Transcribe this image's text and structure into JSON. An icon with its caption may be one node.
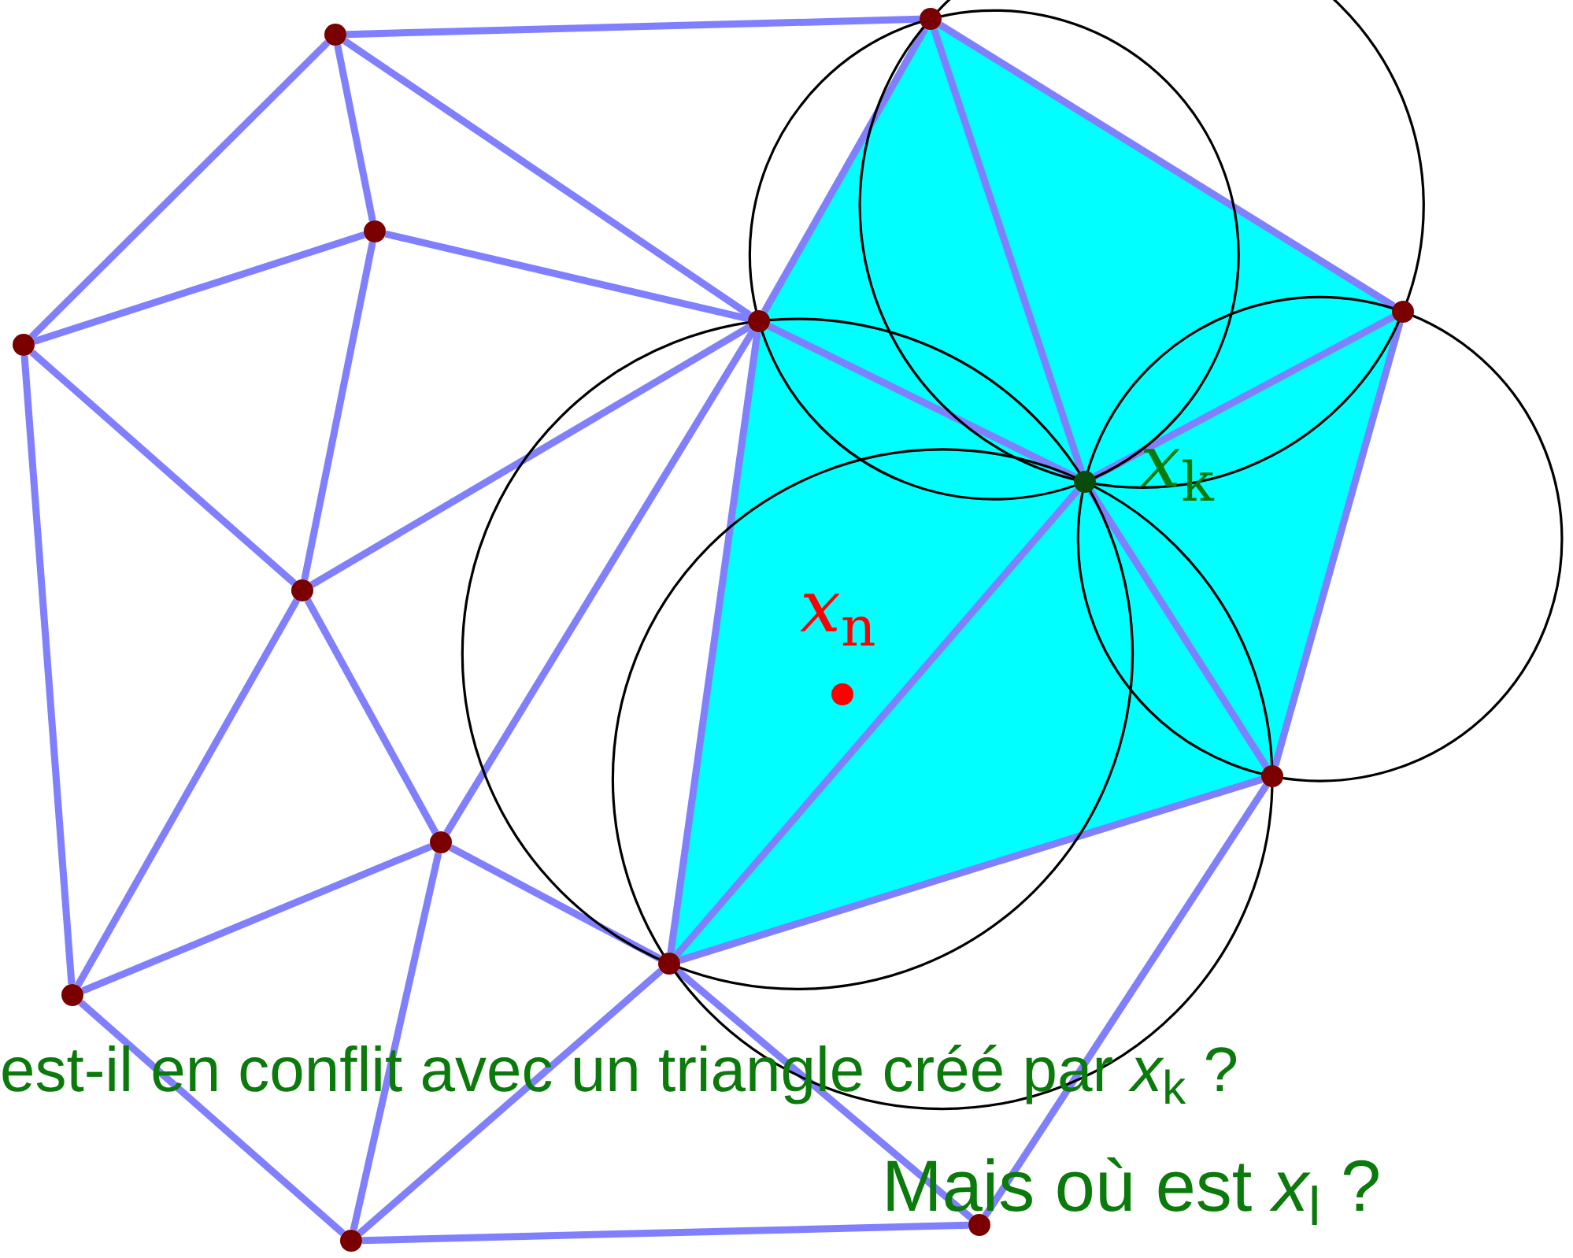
{
  "diagram": {
    "nodes": [
      {
        "text": [],
        "shape": "circle"
      },
      {
        "text": [],
        "shape": "circle"
      },
      {
        "text": [],
        "shape": "circle"
      },
      {
        "text": [],
        "shape": "circle"
      },
      {
        "text": [],
        "shape": "circle"
      },
      {
        "text": [],
        "shape": "circle"
      },
      {
        "text": [],
        "shape": "circle",
        "beside": [
          "*x*$_{k}$"
        ]
      },
      {
        "text": [],
        "shape": "circle"
      },
      {
        "text": [],
        "shape": "circle"
      },
      {
        "text": [],
        "shape": "circle"
      },
      {
        "text": [],
        "shape": "circle"
      },
      {
        "text": [],
        "shape": "circle"
      },
      {
        "text": [],
        "shape": "circle"
      },
      {
        "text": [],
        "shape": "circle"
      },
      {
        "text": [],
        "shape": "circle",
        "beside": [
          "*x*$_{n}$"
        ]
      }
    ],
    "edges": [
      {
        "from": 0,
        "to": 1,
        "arrow": "none"
      },
      {
        "from": 0,
        "to": 2,
        "arrow": "none"
      },
      {
        "from": 0,
        "to": 3,
        "arrow": "none"
      },
      {
        "from": 0,
        "to": 4,
        "arrow": "none"
      },
      {
        "from": 2,
        "to": 3,
        "arrow": "none"
      },
      {
        "from": 2,
        "to": 4,
        "arrow": "none"
      },
      {
        "from": 2,
        "to": 7,
        "arrow": "none"
      },
      {
        "from": 3,
        "to": 7,
        "arrow": "none"
      },
      {
        "from": 3,
        "to": 10,
        "arrow": "none"
      },
      {
        "from": 7,
        "to": 4,
        "arrow": "none"
      },
      {
        "from": 7,
        "to": 8,
        "arrow": "none"
      },
      {
        "from": 7,
        "to": 10,
        "arrow": "none"
      },
      {
        "from": 4,
        "to": 8,
        "arrow": "none"
      },
      {
        "from": 4,
        "to": 11,
        "arrow": "none"
      },
      {
        "from": 4,
        "to": 1,
        "arrow": "none"
      },
      {
        "from": 4,
        "to": 6,
        "arrow": "none"
      },
      {
        "from": 1,
        "to": 6,
        "arrow": "none"
      },
      {
        "from": 1,
        "to": 5,
        "arrow": "none"
      },
      {
        "from": 5,
        "to": 6,
        "arrow": "none"
      },
      {
        "from": 5,
        "to": 9,
        "arrow": "none"
      },
      {
        "from": 6,
        "to": 9,
        "arrow": "none"
      },
      {
        "from": 6,
        "to": 11,
        "arrow": "none"
      },
      {
        "from": 11,
        "to": 9,
        "arrow": "none"
      },
      {
        "from": 8,
        "to": 11,
        "arrow": "none"
      },
      {
        "from": 8,
        "to": 10,
        "arrow": "none"
      },
      {
        "from": 8,
        "to": 12,
        "arrow": "none"
      },
      {
        "from": 10,
        "to": 12,
        "arrow": "none"
      },
      {
        "from": 11,
        "to": 12,
        "arrow": "none"
      },
      {
        "from": 11,
        "to": 13,
        "arrow": "none"
      },
      {
        "from": 12,
        "to": 13,
        "arrow": "none"
      },
      {
        "from": 9,
        "to": 13,
        "arrow": "none"
      }
    ],
    "labels": [
      "est-il en conflit avec un triangle créé par *x*$_{k}$ ?",
      "Mais où est *x*$_{l}$ ?"
    ]
  }
}
